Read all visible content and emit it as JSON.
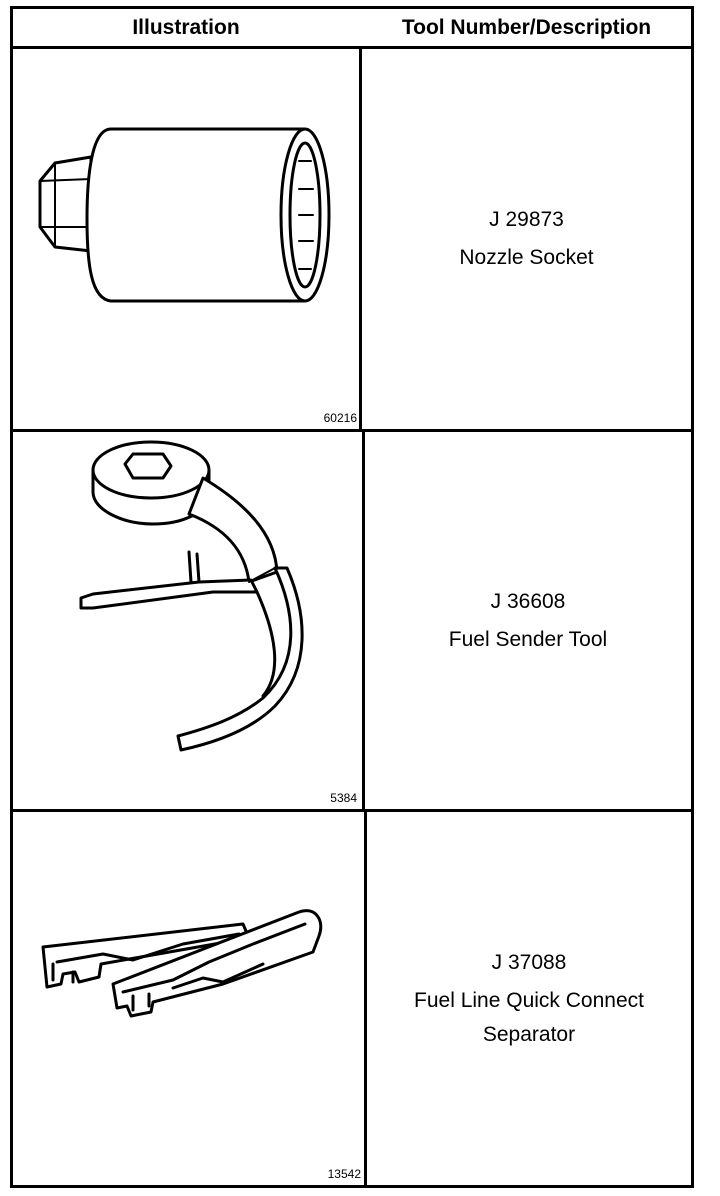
{
  "table": {
    "headers": {
      "illustration": "Illustration",
      "description": "Tool Number/Description"
    },
    "rows": [
      {
        "figure_number": "60216",
        "tool_number": "J 29873",
        "description_lines": [
          "Nozzle Socket"
        ],
        "icon": "nozzle-socket-drawing"
      },
      {
        "figure_number": "5384",
        "tool_number": "J 36608",
        "description_lines": [
          "Fuel Sender Tool"
        ],
        "icon": "fuel-sender-tool-drawing"
      },
      {
        "figure_number": "13542",
        "tool_number": "J 37088",
        "description_lines": [
          "Fuel Line Quick Connect",
          "Separator"
        ],
        "icon": "quick-connect-separator-drawing"
      }
    ]
  }
}
